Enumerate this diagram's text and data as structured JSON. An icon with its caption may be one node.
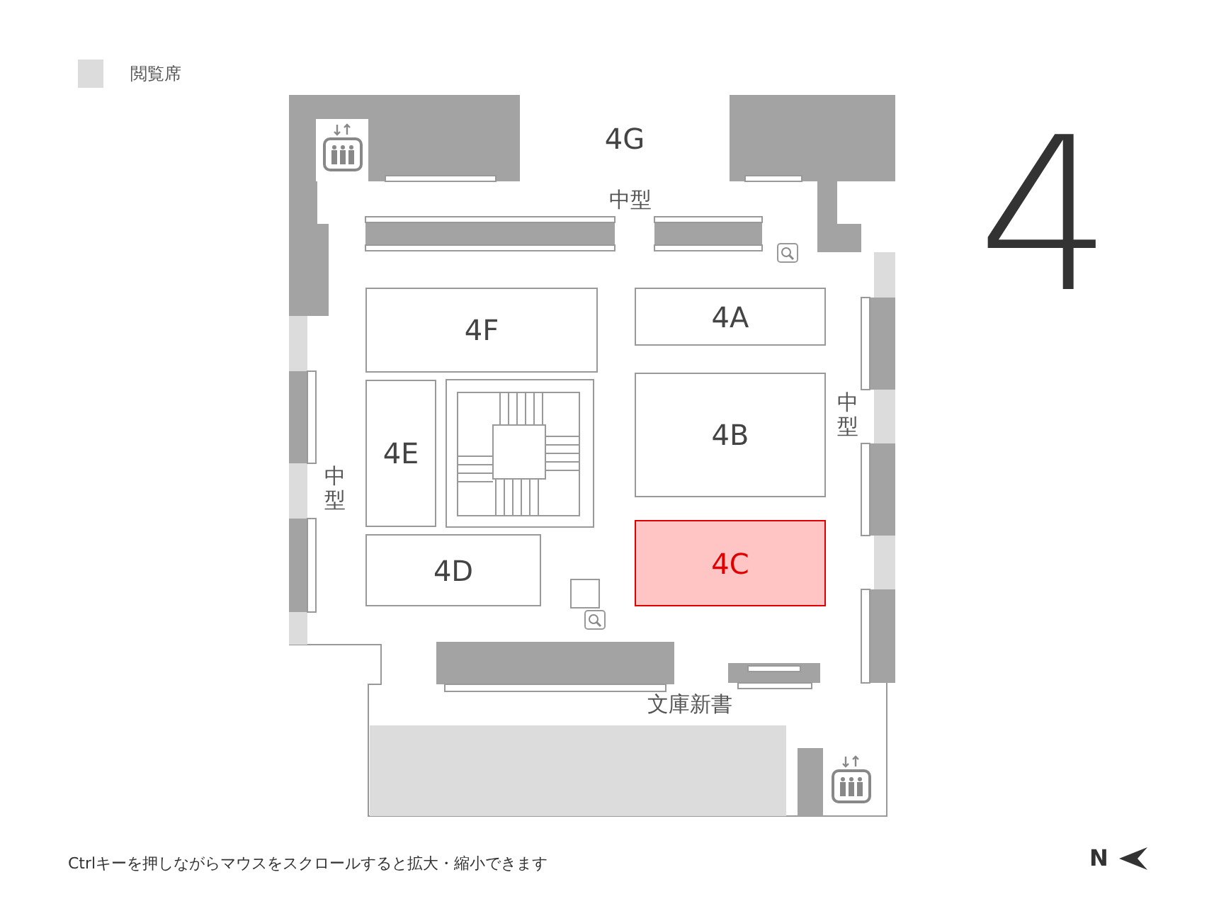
{
  "diagram": {
    "nodes": [
      {
        "text": [
          "4G"
        ]
      },
      {
        "text": [
          "4F"
        ]
      },
      {
        "text": [
          "4A"
        ]
      },
      {
        "text": [
          "4E"
        ]
      },
      {
        "text": [
          "4B"
        ]
      },
      {
        "text": [
          "4D"
        ]
      },
      {
        "text": [
          "4C"
        ]
      }
    ],
    "labels": [
      "中型",
      "4",
      "中型",
      "中型",
      "文庫新書",
      "Ctrlキーを押しながらマウスをスクロールすると拡大・縮小できます",
      "N"
    ],
    "legend": [
      {
        "text": "閲覧席",
        "color": "#dcdcdc"
      }
    ]
  }
}
